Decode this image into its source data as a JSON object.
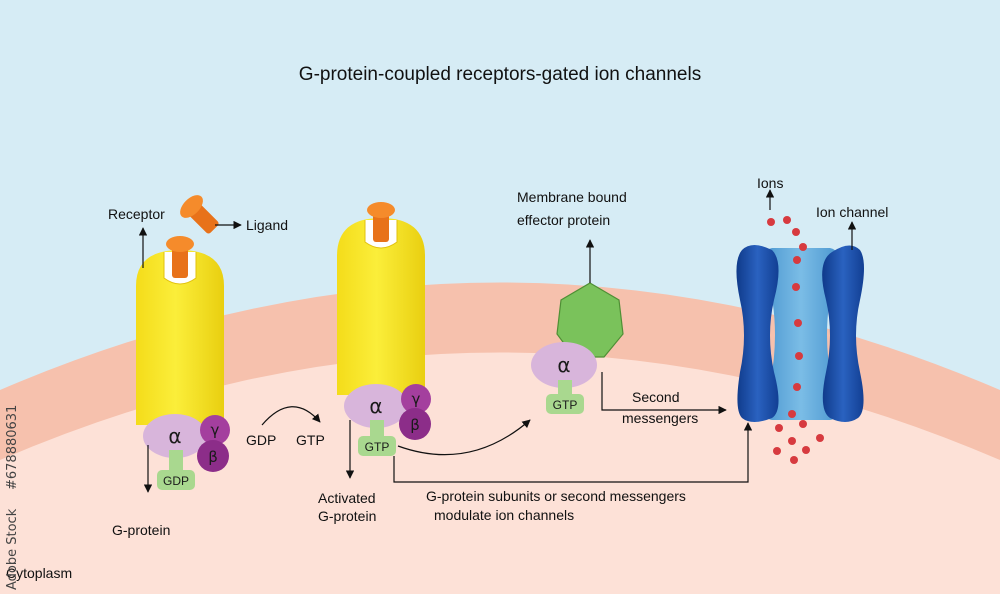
{
  "title": "G-protein-coupled receptors-gated ion channels",
  "labels": {
    "receptor": "Receptor",
    "ligand": "Ligand",
    "g_protein": "G-protein",
    "gdp": "GDP",
    "gtp": "GTP",
    "activated_1": "Activated",
    "activated_2": "G-protein",
    "effector_1": "Membrane bound",
    "effector_2": "effector protein",
    "second_1": "Second",
    "second_2": "messengers",
    "modulate_1": "G-protein subunits or second messengers",
    "modulate_2": "modulate ion channels",
    "ions": "Ions",
    "ion_channel": "Ion channel",
    "cytoplasm": "Cytoplasm"
  },
  "subunits": {
    "alpha": "α",
    "beta": "β",
    "gamma": "γ"
  },
  "watermark": {
    "stock_id": "#678880631",
    "brand": "Adobe Stock"
  },
  "colors": {
    "background": "#d6ecf5",
    "membrane": "#f6c1ad",
    "cytoplasm": "#fde1d7",
    "receptor": "#f9e82a",
    "ligand": "#f07c21",
    "alpha": "#d8b5db",
    "beta_gamma": "#a43f9e",
    "nucleotide": "#a9d88f",
    "effector": "#7ac25b",
    "channel_dark": "#1f4ea3",
    "channel_light": "#5ba6d8",
    "ion": "#d73a3f"
  }
}
